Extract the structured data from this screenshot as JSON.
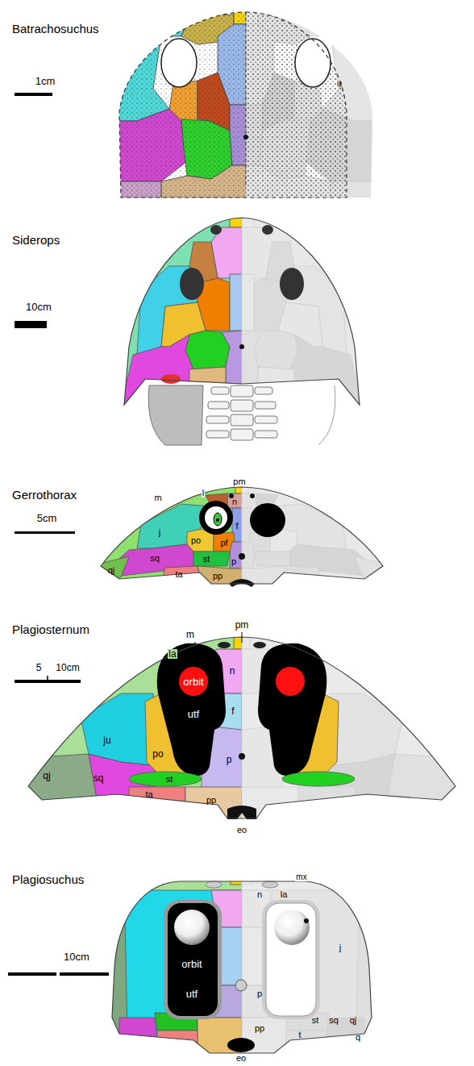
{
  "diagram": {
    "labels": [
      "Batrachosuchus",
      "1cm",
      "qj",
      "Siderops",
      "10cm",
      "Gerrothorax",
      "m",
      "l",
      "pm",
      "n",
      "5cm",
      "j",
      "po",
      "f",
      "qj",
      "sq",
      "st",
      "pf",
      "p",
      "ta",
      "pp",
      "Plagiosternum",
      "pm",
      "m",
      "la",
      "n",
      "5",
      "10cm",
      "orbit",
      "f",
      "utf",
      "ju",
      "po",
      "qj",
      "sq",
      "p",
      "st",
      "ta",
      "pp",
      "eo",
      "Plagiosuchus",
      "mx",
      "n",
      "la",
      "orbit",
      "j",
      "10cm",
      "utf",
      "p",
      "pp",
      "st",
      "sq",
      "qj",
      "t",
      "q",
      "eo"
    ]
  }
}
